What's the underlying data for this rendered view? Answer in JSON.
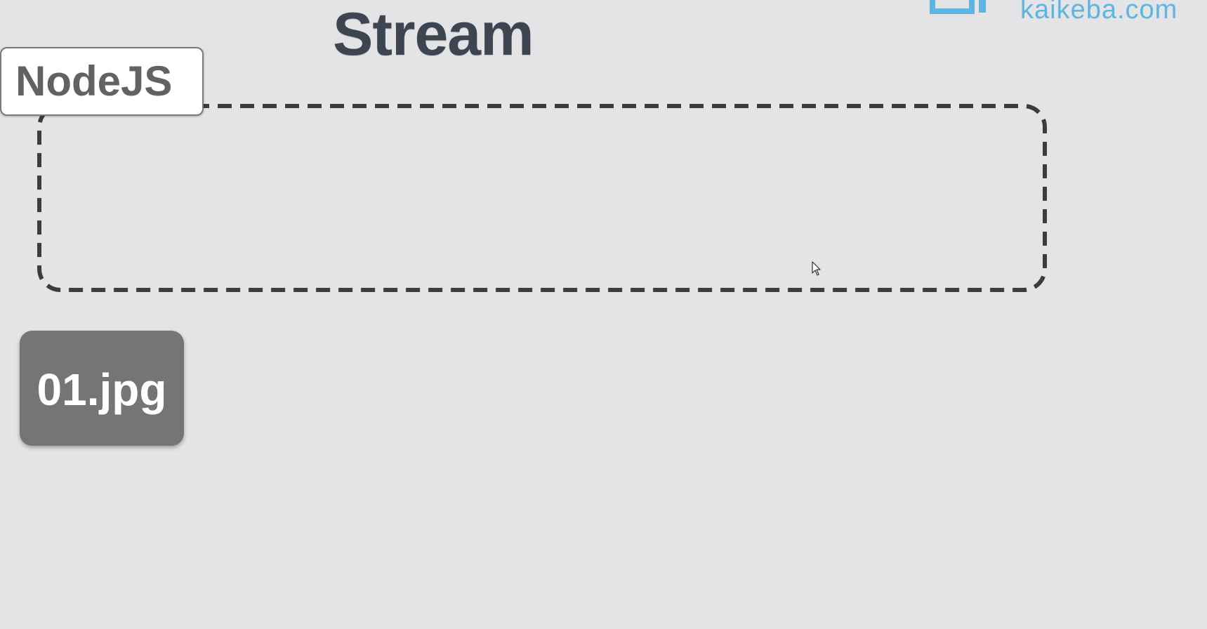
{
  "title": "Stream",
  "logo": {
    "text": "kaikeba.com",
    "icon": "kaikeba-logo-icon",
    "color": "#5cb6df"
  },
  "process_tag": {
    "label": "NodeJS"
  },
  "stream_box": {
    "border_style": "dashed",
    "border_color": "#3c3c3c"
  },
  "file_chip": {
    "label": "01.jpg",
    "color": "#757575"
  },
  "cursor": {
    "icon": "mouse-pointer-icon"
  },
  "colors": {
    "background": "#e4e3e6",
    "title": "#3d4650"
  }
}
